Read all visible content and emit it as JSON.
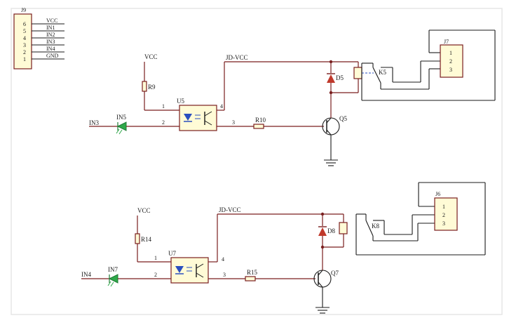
{
  "header_j9": {
    "ref": "J9",
    "pins": [
      {
        "num": "6",
        "net": "VCC"
      },
      {
        "num": "5",
        "net": "IN1"
      },
      {
        "num": "4",
        "net": "IN2"
      },
      {
        "num": "3",
        "net": "IN3"
      },
      {
        "num": "2",
        "net": "IN4"
      },
      {
        "num": "1",
        "net": "GND"
      }
    ]
  },
  "channel_top": {
    "vcc": "VCC",
    "jd_vcc": "JD-VCC",
    "resistor_pullup": "R9",
    "opto": "U5",
    "opto_pins": [
      "1",
      "2",
      "3",
      "4"
    ],
    "input_net": "IN3",
    "led": "IN5",
    "resistor_base": "R10",
    "transistor": "Q5",
    "diode": "D5",
    "relay": "K5",
    "connector": "J7",
    "connector_pins": [
      "1",
      "2",
      "3"
    ]
  },
  "channel_bottom": {
    "vcc": "VCC",
    "jd_vcc": "JD-VCC",
    "resistor_pullup": "R14",
    "opto": "U7",
    "opto_pins": [
      "1",
      "2",
      "3",
      "4"
    ],
    "input_net": "IN4",
    "led": "IN7",
    "resistor_base": "R15",
    "transistor": "Q7",
    "diode": "D8",
    "relay": "K8",
    "connector": "J6",
    "connector_pins": [
      "1",
      "2",
      "3"
    ]
  },
  "colors": {
    "wire": "#7a1f1f",
    "component_fill": "#fffbd6",
    "led_green": "#2fa84a",
    "diode_red": "#c0392b",
    "opto_blue": "#2a4fbf",
    "frame": "#e6e6e6"
  }
}
